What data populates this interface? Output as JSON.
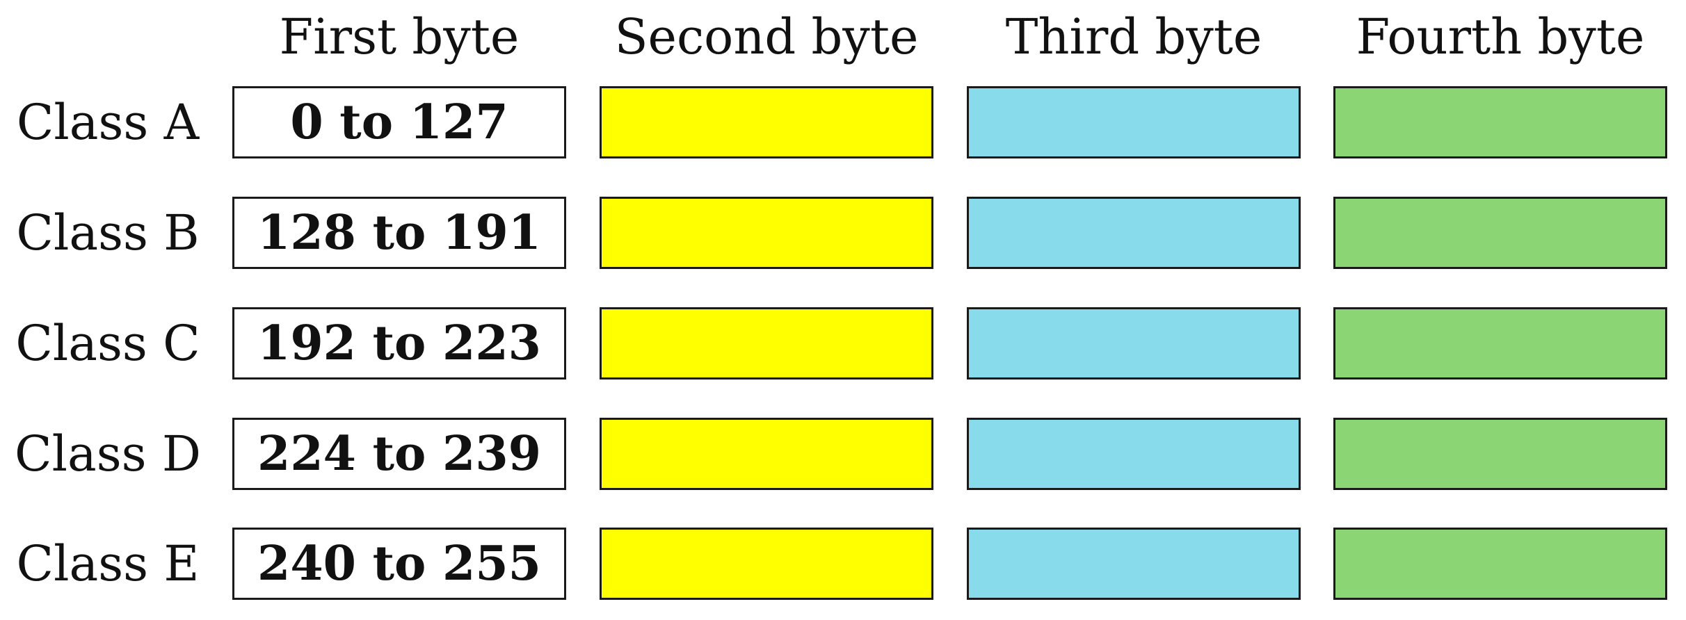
{
  "headers": [
    "First byte",
    "Second byte",
    "Third byte",
    "Fourth byte"
  ],
  "rows": [
    {
      "label": "Class A",
      "first_byte": "0 to 127"
    },
    {
      "label": "Class B",
      "first_byte": "128 to 191"
    },
    {
      "label": "Class C",
      "first_byte": "192 to 223"
    },
    {
      "label": "Class D",
      "first_byte": "224 to 239"
    },
    {
      "label": "Class E",
      "first_byte": "240 to 255"
    }
  ],
  "colors": {
    "first_byte": "#ffffff",
    "second_byte": "#ffff00",
    "third_byte": "#87dbeb",
    "fourth_byte": "#8bd575",
    "border": "#1a1a1a"
  }
}
